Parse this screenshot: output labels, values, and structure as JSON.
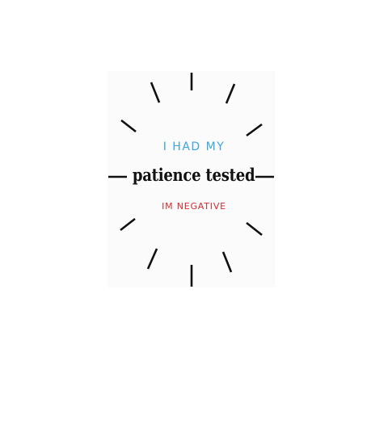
{
  "poster": {
    "line_top": "I HAD MY",
    "line_main": "patience tested",
    "line_bottom": "IM NEGATIVE"
  },
  "colors": {
    "line_top": "#3da5e0",
    "line_main": "#111111",
    "line_bottom": "#d8282e",
    "rays": "#111111",
    "panel": "#fbfbfb"
  },
  "icons": {
    "burst": "sunburst-rays-icon"
  }
}
